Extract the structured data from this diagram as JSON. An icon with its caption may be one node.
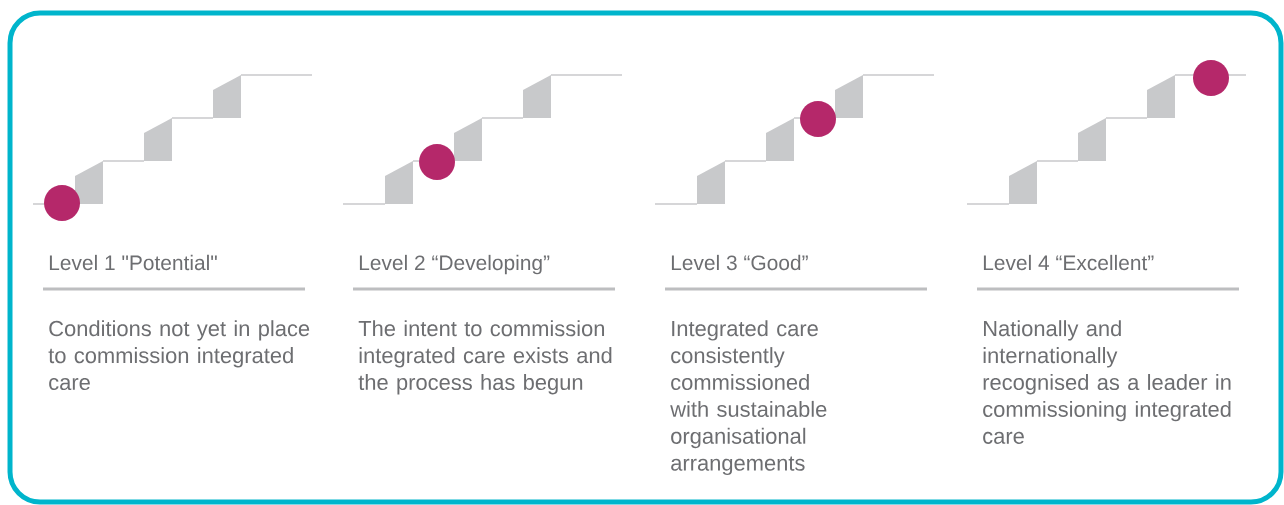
{
  "diagram": {
    "labels": [
      "Level 1 \"Potential\"",
      "Conditions not yet in place to commission integrated care",
      "Level 2 “Developing”",
      "The intent to commission integrated care exists and the process has begun",
      "Level 3 “Good”",
      "Integrated care consistently commissioned with sustainable organisational arrangements",
      "Level 4 “Excellent”",
      "Nationally and internationally recognised as a leader in commissioning integrated care"
    ]
  }
}
